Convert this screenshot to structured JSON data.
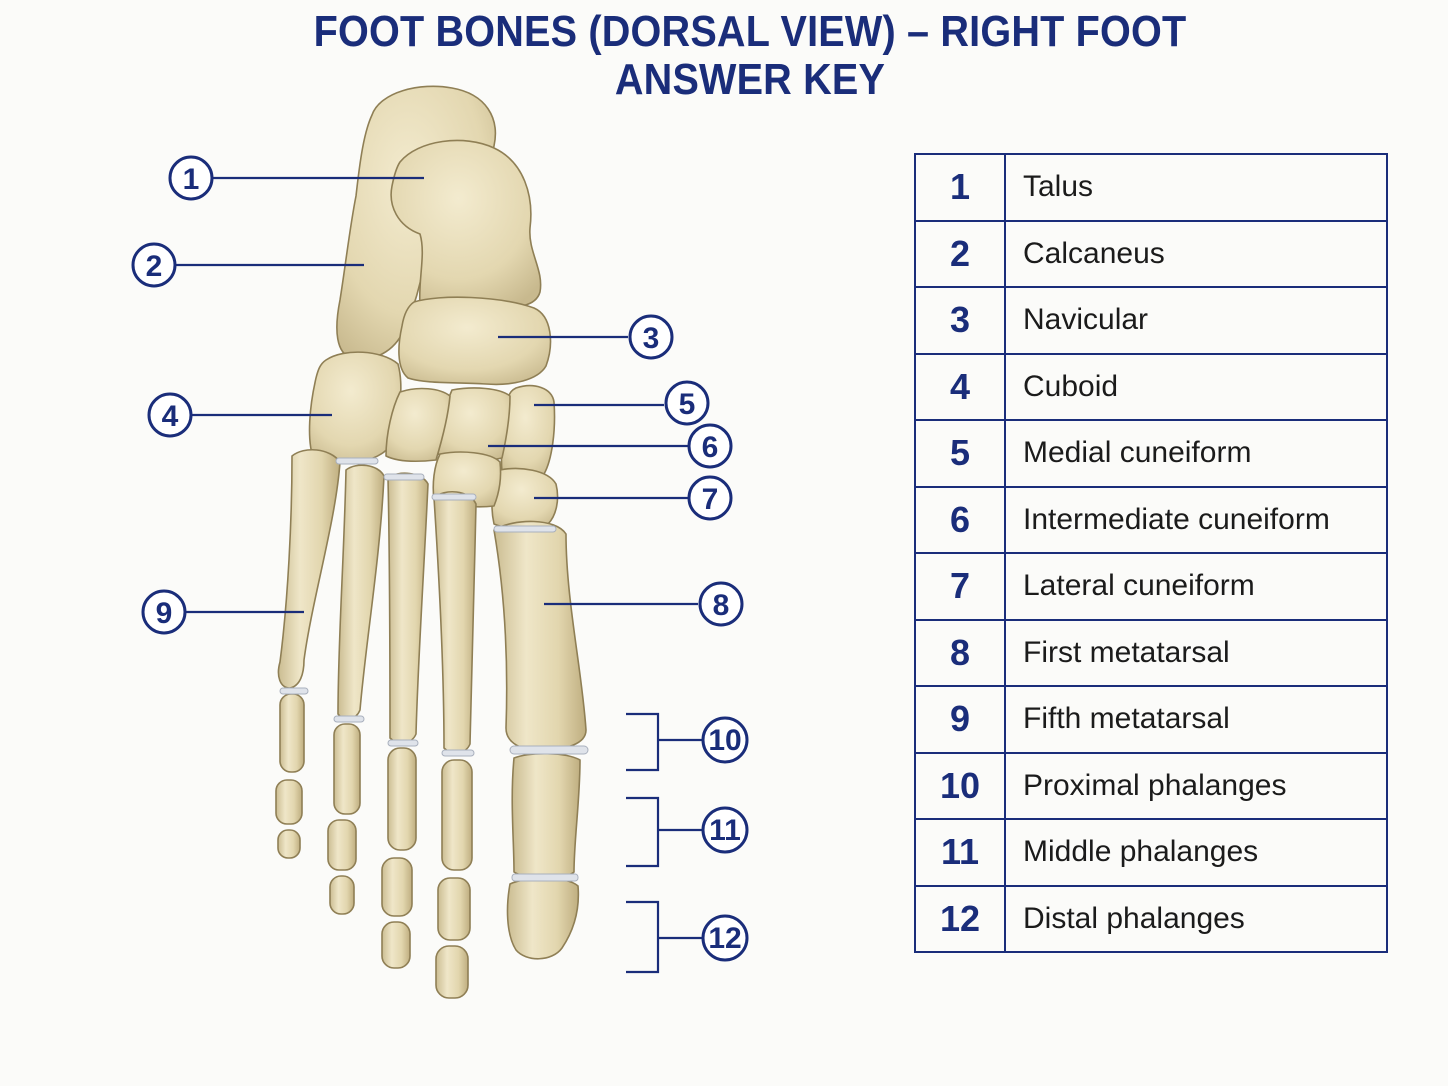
{
  "title": {
    "line1": "FOOT BONES (DORSAL VIEW) – RIGHT FOOT",
    "line2": "ANSWER KEY"
  },
  "colors": {
    "ink": "#1a2d7a",
    "bone": "#e6dcb8",
    "bone_shadow": "#b7a77c",
    "cartilage": "#dfe3ea"
  },
  "callouts": [
    "1",
    "2",
    "3",
    "4",
    "5",
    "6",
    "7",
    "8",
    "9",
    "10",
    "11",
    "12"
  ],
  "key": [
    {
      "num": "1",
      "name": "Talus"
    },
    {
      "num": "2",
      "name": "Calcaneus"
    },
    {
      "num": "3",
      "name": "Navicular"
    },
    {
      "num": "4",
      "name": "Cuboid"
    },
    {
      "num": "5",
      "name": "Medial cuneiform"
    },
    {
      "num": "6",
      "name": "Intermediate cuneiform"
    },
    {
      "num": "7",
      "name": "Lateral cuneiform"
    },
    {
      "num": "8",
      "name": "First metatarsal"
    },
    {
      "num": "9",
      "name": "Fifth metatarsal"
    },
    {
      "num": "10",
      "name": "Proximal phalanges"
    },
    {
      "num": "11",
      "name": "Middle phalanges"
    },
    {
      "num": "12",
      "name": "Distal phalanges"
    }
  ]
}
